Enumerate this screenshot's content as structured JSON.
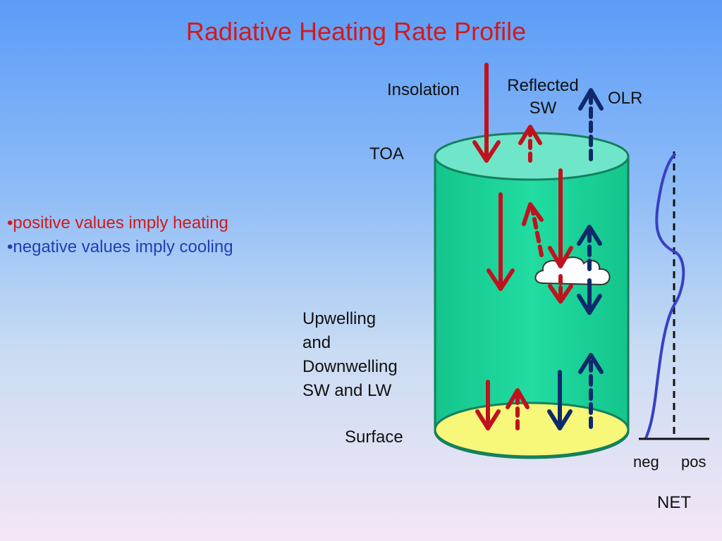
{
  "title": "Radiative Heating Rate Profile",
  "bullets": [
    {
      "text": "•positive values imply heating",
      "color": "#d21a1a"
    },
    {
      "text": "•negative values imply cooling",
      "color": "#1f3fb3"
    }
  ],
  "labels": {
    "insolation": "Insolation",
    "reflected_sw_line1": "Reflected",
    "reflected_sw_line2": "SW",
    "olr": "OLR",
    "toa": "TOA",
    "up_down_1": "Upwelling",
    "up_down_2": "and",
    "up_down_3": "Downwelling",
    "up_down_4": "SW and LW",
    "surface": "Surface",
    "neg": "neg",
    "pos": "pos",
    "net": "NET"
  },
  "colors": {
    "sw_arrow": "#c0121e",
    "lw_arrow": "#0e2a6b",
    "column_fill": "#19d49a",
    "column_top": "#6fe6c9",
    "surface_fill": "#f7f77a",
    "profile_line": "#3a3fc4"
  }
}
